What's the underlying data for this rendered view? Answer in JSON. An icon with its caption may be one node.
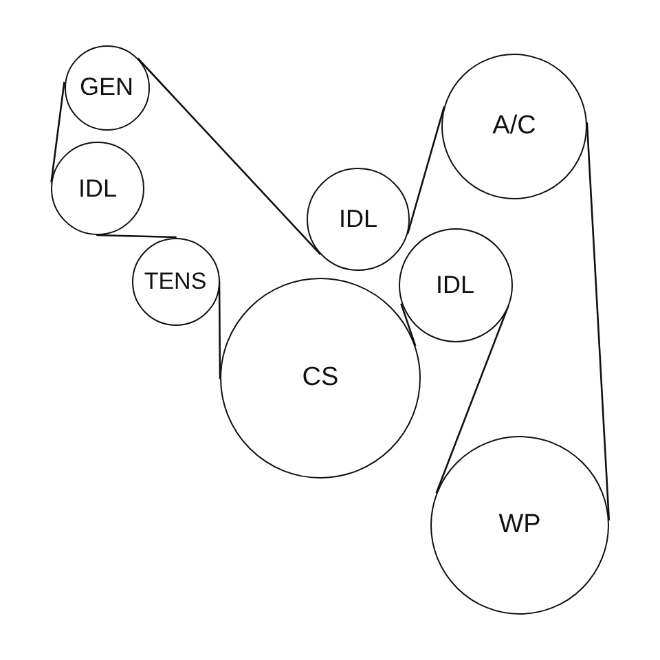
{
  "diagram": {
    "nodes": [
      {
        "text": [
          "GEN"
        ]
      },
      {
        "text": [
          "IDL"
        ]
      },
      {
        "text": [
          "TENS"
        ]
      },
      {
        "text": [
          "CS"
        ]
      },
      {
        "text": [
          "IDL"
        ]
      },
      {
        "text": [
          "A/C"
        ]
      },
      {
        "text": [
          "IDL"
        ]
      },
      {
        "text": [
          "WP"
        ]
      }
    ],
    "edges": [
      {
        "from": 0,
        "to": 4,
        "arrow": "none"
      },
      {
        "from": 4,
        "to": 5,
        "arrow": "none"
      },
      {
        "from": 5,
        "to": 7,
        "arrow": "none"
      },
      {
        "from": 7,
        "to": 6,
        "arrow": "none"
      },
      {
        "from": 6,
        "to": 3,
        "arrow": "none"
      },
      {
        "from": 3,
        "to": 2,
        "arrow": "none"
      },
      {
        "from": 2,
        "to": 1,
        "arrow": "none"
      },
      {
        "from": 1,
        "to": 0,
        "arrow": "none"
      }
    ]
  }
}
